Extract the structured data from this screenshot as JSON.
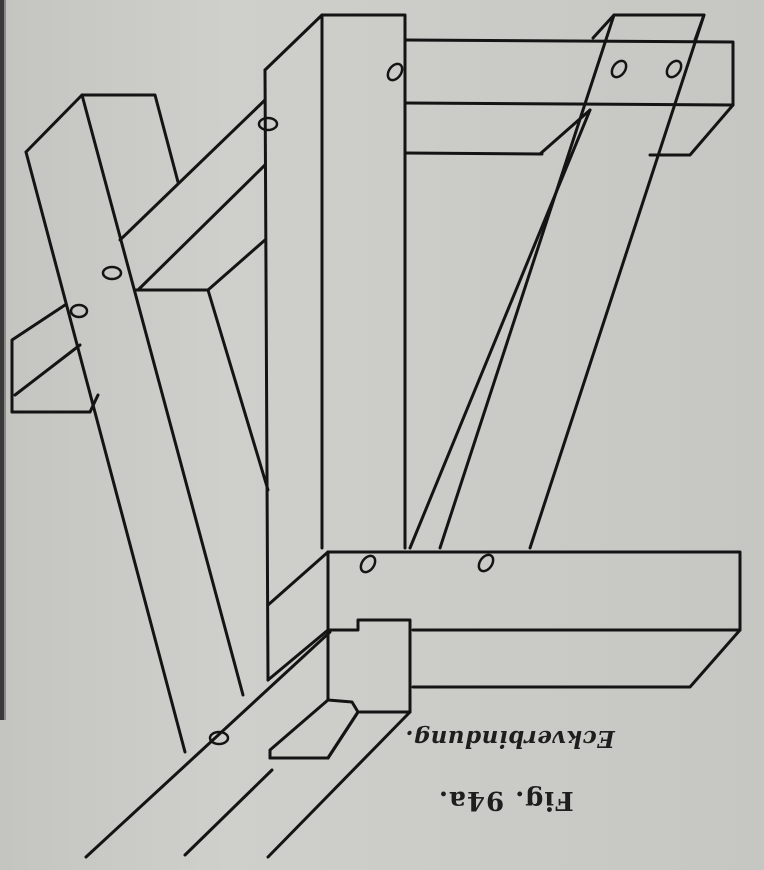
{
  "figure": {
    "label": "Fig. 94a.",
    "caption": "Eckverbindung.",
    "orientation": "rotated 180°",
    "description": "Scanned technical illustration of a timber corner joint with posts, beams, diagonal braces and bolt holes"
  },
  "colors": {
    "paper": "#c9c9c5",
    "ink": "#141414",
    "timber_fill": "#cdcdc9"
  }
}
